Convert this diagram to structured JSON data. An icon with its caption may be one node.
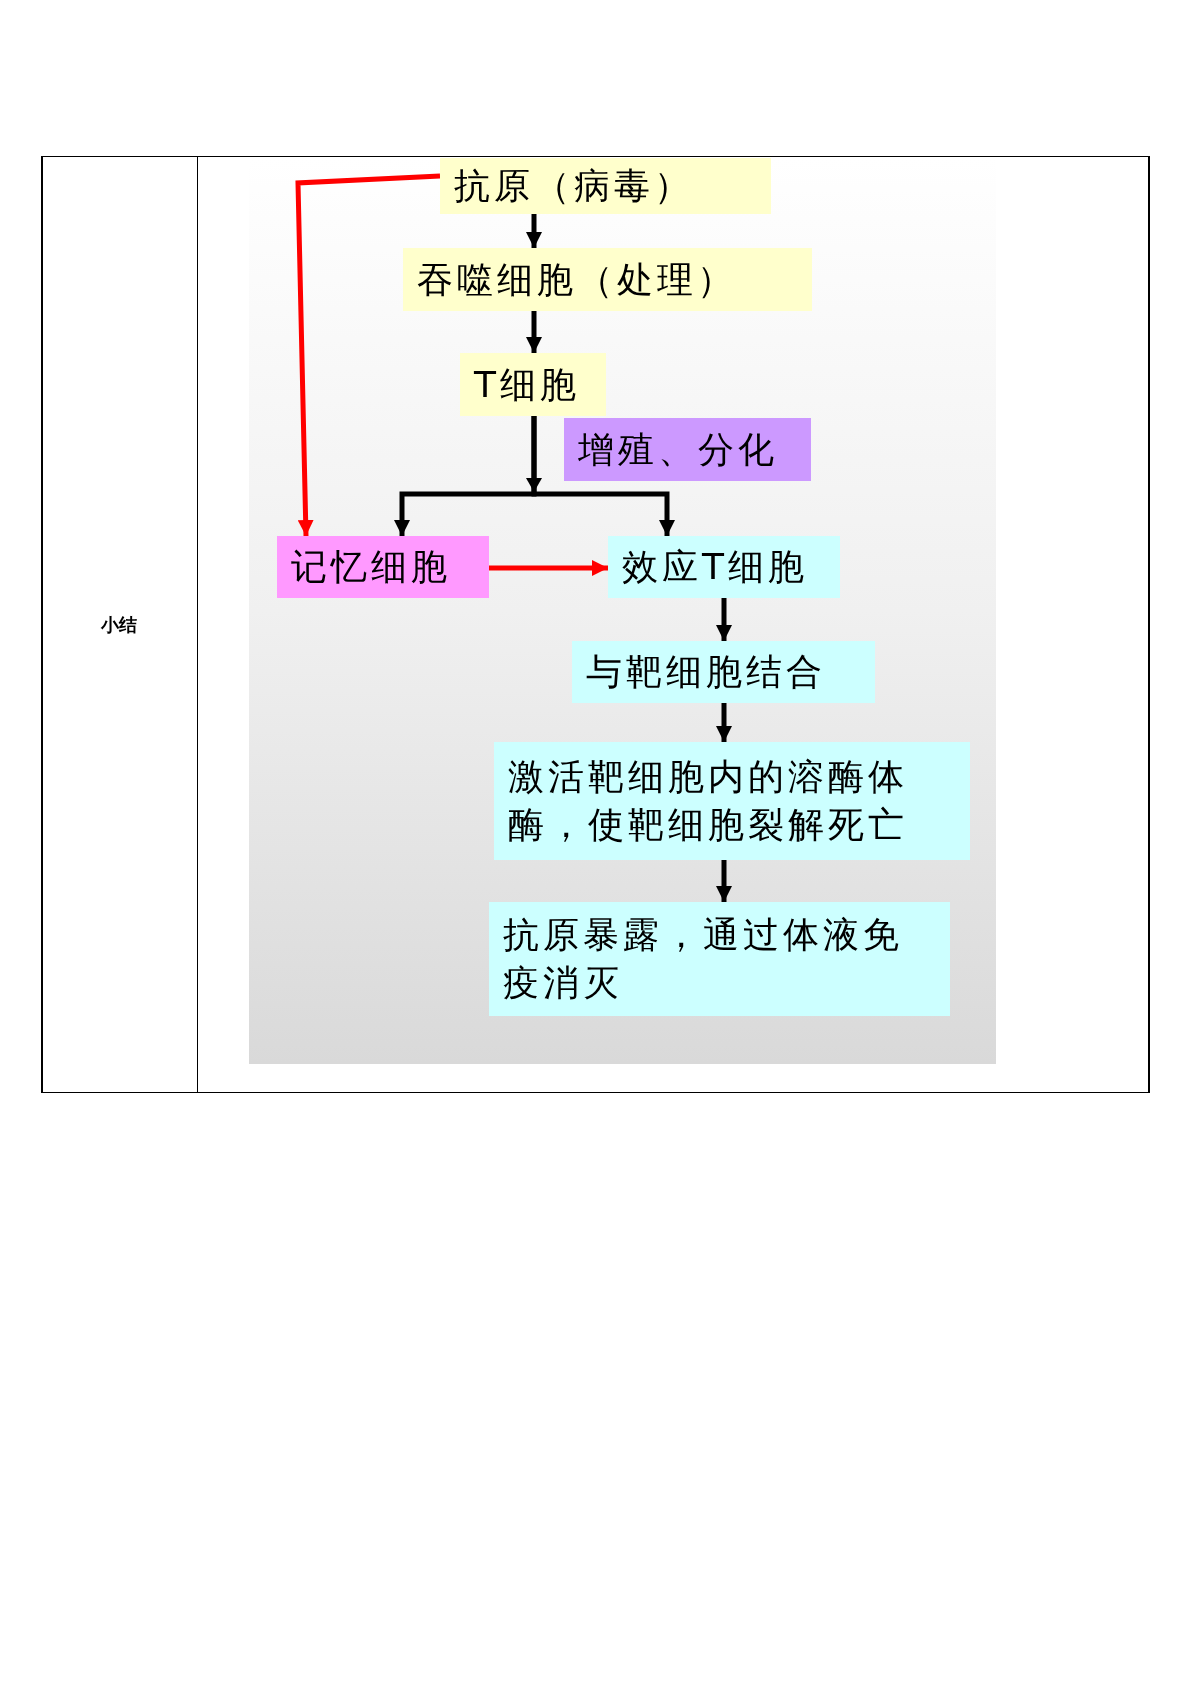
{
  "diagram": {
    "nodes": [
      {
        "text": [
          "抗原（病毒）"
        ]
      },
      {
        "text": [
          "吞噬细胞（处理）"
        ]
      },
      {
        "text": [
          "T细胞"
        ]
      },
      {
        "text": [
          "增殖、分化"
        ]
      },
      {
        "text": [
          "记忆细胞"
        ]
      },
      {
        "text": [
          "效应T细胞"
        ]
      },
      {
        "text": [
          "与靶细胞结合"
        ]
      },
      {
        "text": [
          "激活靶细胞内的溶酶体酶，使靶细胞裂解死亡"
        ]
      },
      {
        "text": [
          "抗原暴露，通过体液免疫消灭"
        ]
      }
    ],
    "edges": [
      {
        "from": 0,
        "to": 1,
        "arrow": "to"
      },
      {
        "from": 1,
        "to": 2,
        "arrow": "to"
      },
      {
        "from": 2,
        "to": 4,
        "arrow": "to"
      },
      {
        "from": 2,
        "to": 5,
        "arrow": "to"
      },
      {
        "from": 0,
        "to": 4,
        "arrow": "to",
        "color": "#ff0000"
      },
      {
        "from": 4,
        "to": 5,
        "arrow": "to",
        "color": "#ff0000"
      },
      {
        "from": 5,
        "to": 6,
        "arrow": "to"
      },
      {
        "from": 6,
        "to": 7,
        "arrow": "to"
      },
      {
        "from": 7,
        "to": 8,
        "arrow": "to"
      }
    ],
    "labels": [
      "小结"
    ]
  }
}
